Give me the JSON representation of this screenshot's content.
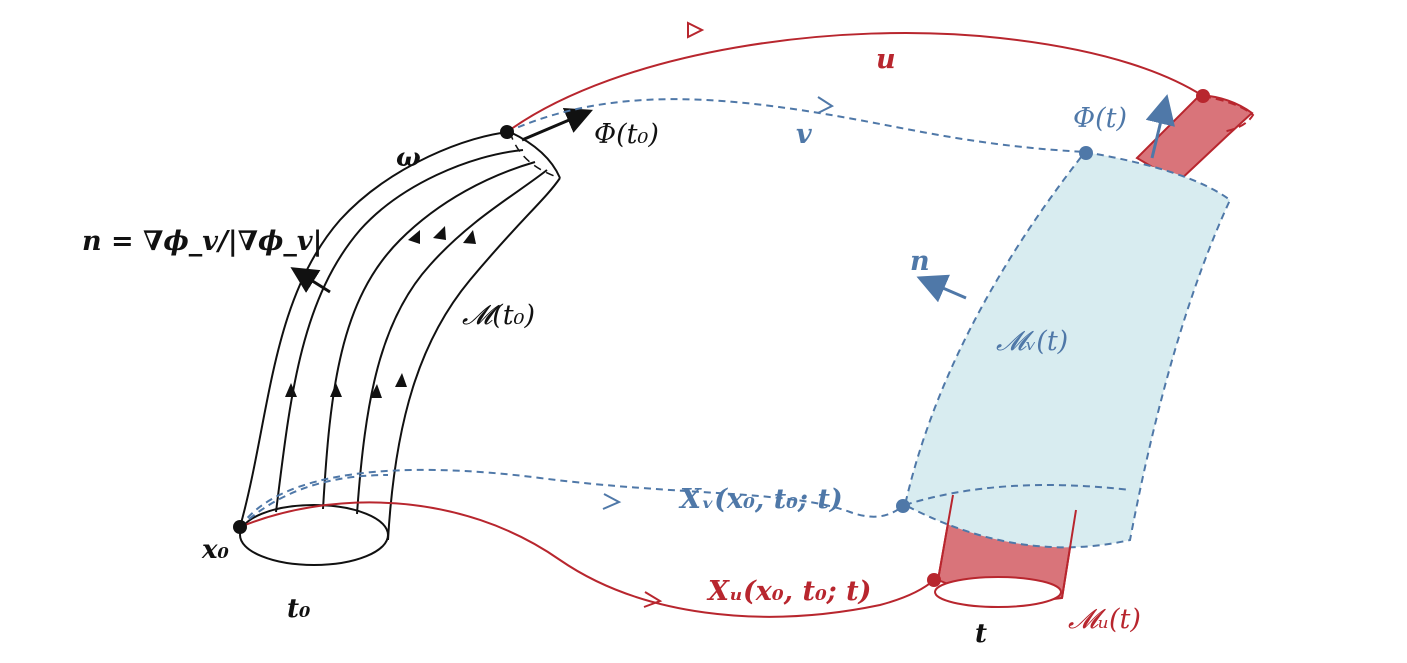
{
  "colors": {
    "black": "#111111",
    "red": "#b8262e",
    "red_fill": "#d9747a",
    "blue": "#4f78a8",
    "blue_fill": "#d8ecf0"
  },
  "labels": {
    "omega": "ω",
    "normal_def": "n = ∇ϕ_v/|∇ϕ_v|",
    "phi_t0": "Φ(t₀)",
    "m_t0": "𝓜(t₀)",
    "x0": "x₀",
    "t0": "t₀",
    "u": "u",
    "v": "v",
    "phi_t": "Φ(t)",
    "n": "n",
    "mv_t": "𝓜ᵥ(t)",
    "xv": "Xᵥ(x₀, t₀; t)",
    "xu": "Xᵤ(x₀, t₀; t)",
    "t": "t",
    "mu_t": "𝓜ᵤ(t)"
  }
}
